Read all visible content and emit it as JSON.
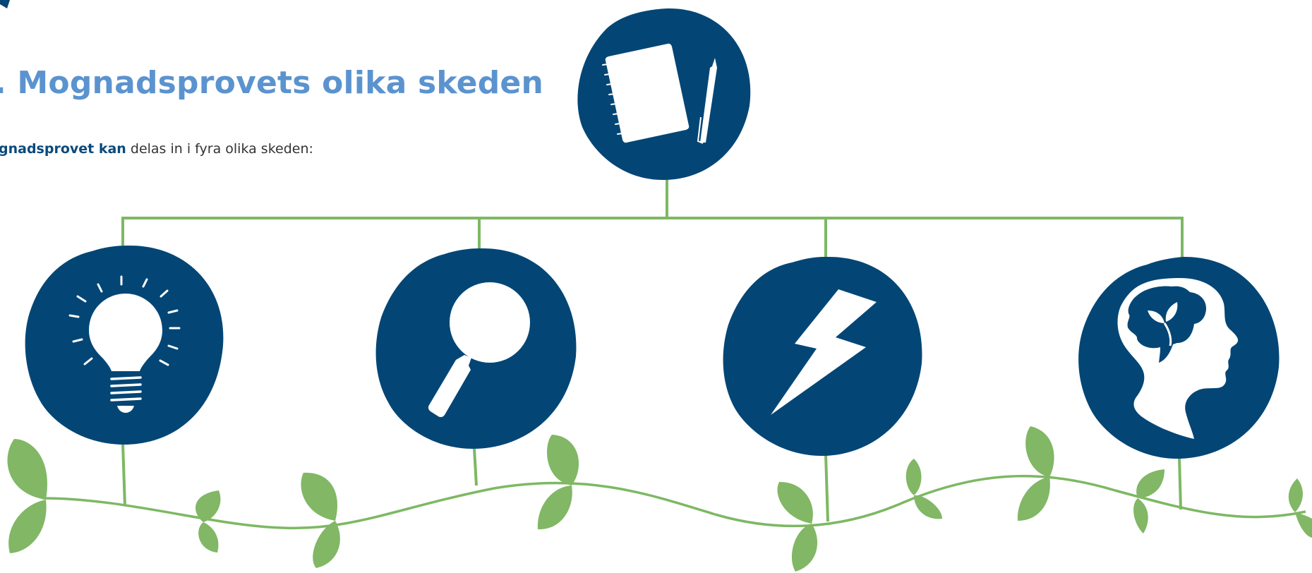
{
  "heading": {
    "title": ". Mognadsprovets olika skeden",
    "intro_bold": "gnadsprovet kan",
    "intro_rest": " delas in i fyra olika skeden:"
  },
  "diagram": {
    "root": {
      "icon": "notebook-pencil-icon"
    },
    "stages": [
      {
        "icon": "lightbulb-icon"
      },
      {
        "icon": "magnifier-icon"
      },
      {
        "icon": "lightning-bolt-icon"
      },
      {
        "icon": "brain-head-icon"
      }
    ]
  },
  "colors": {
    "circle_fill": "#034675",
    "connector_green": "#7db863",
    "leaf_green": "#81b765",
    "title_blue": "#5b93cf",
    "intro_bold_blue": "#0a4a7c",
    "body_text": "#333333"
  }
}
